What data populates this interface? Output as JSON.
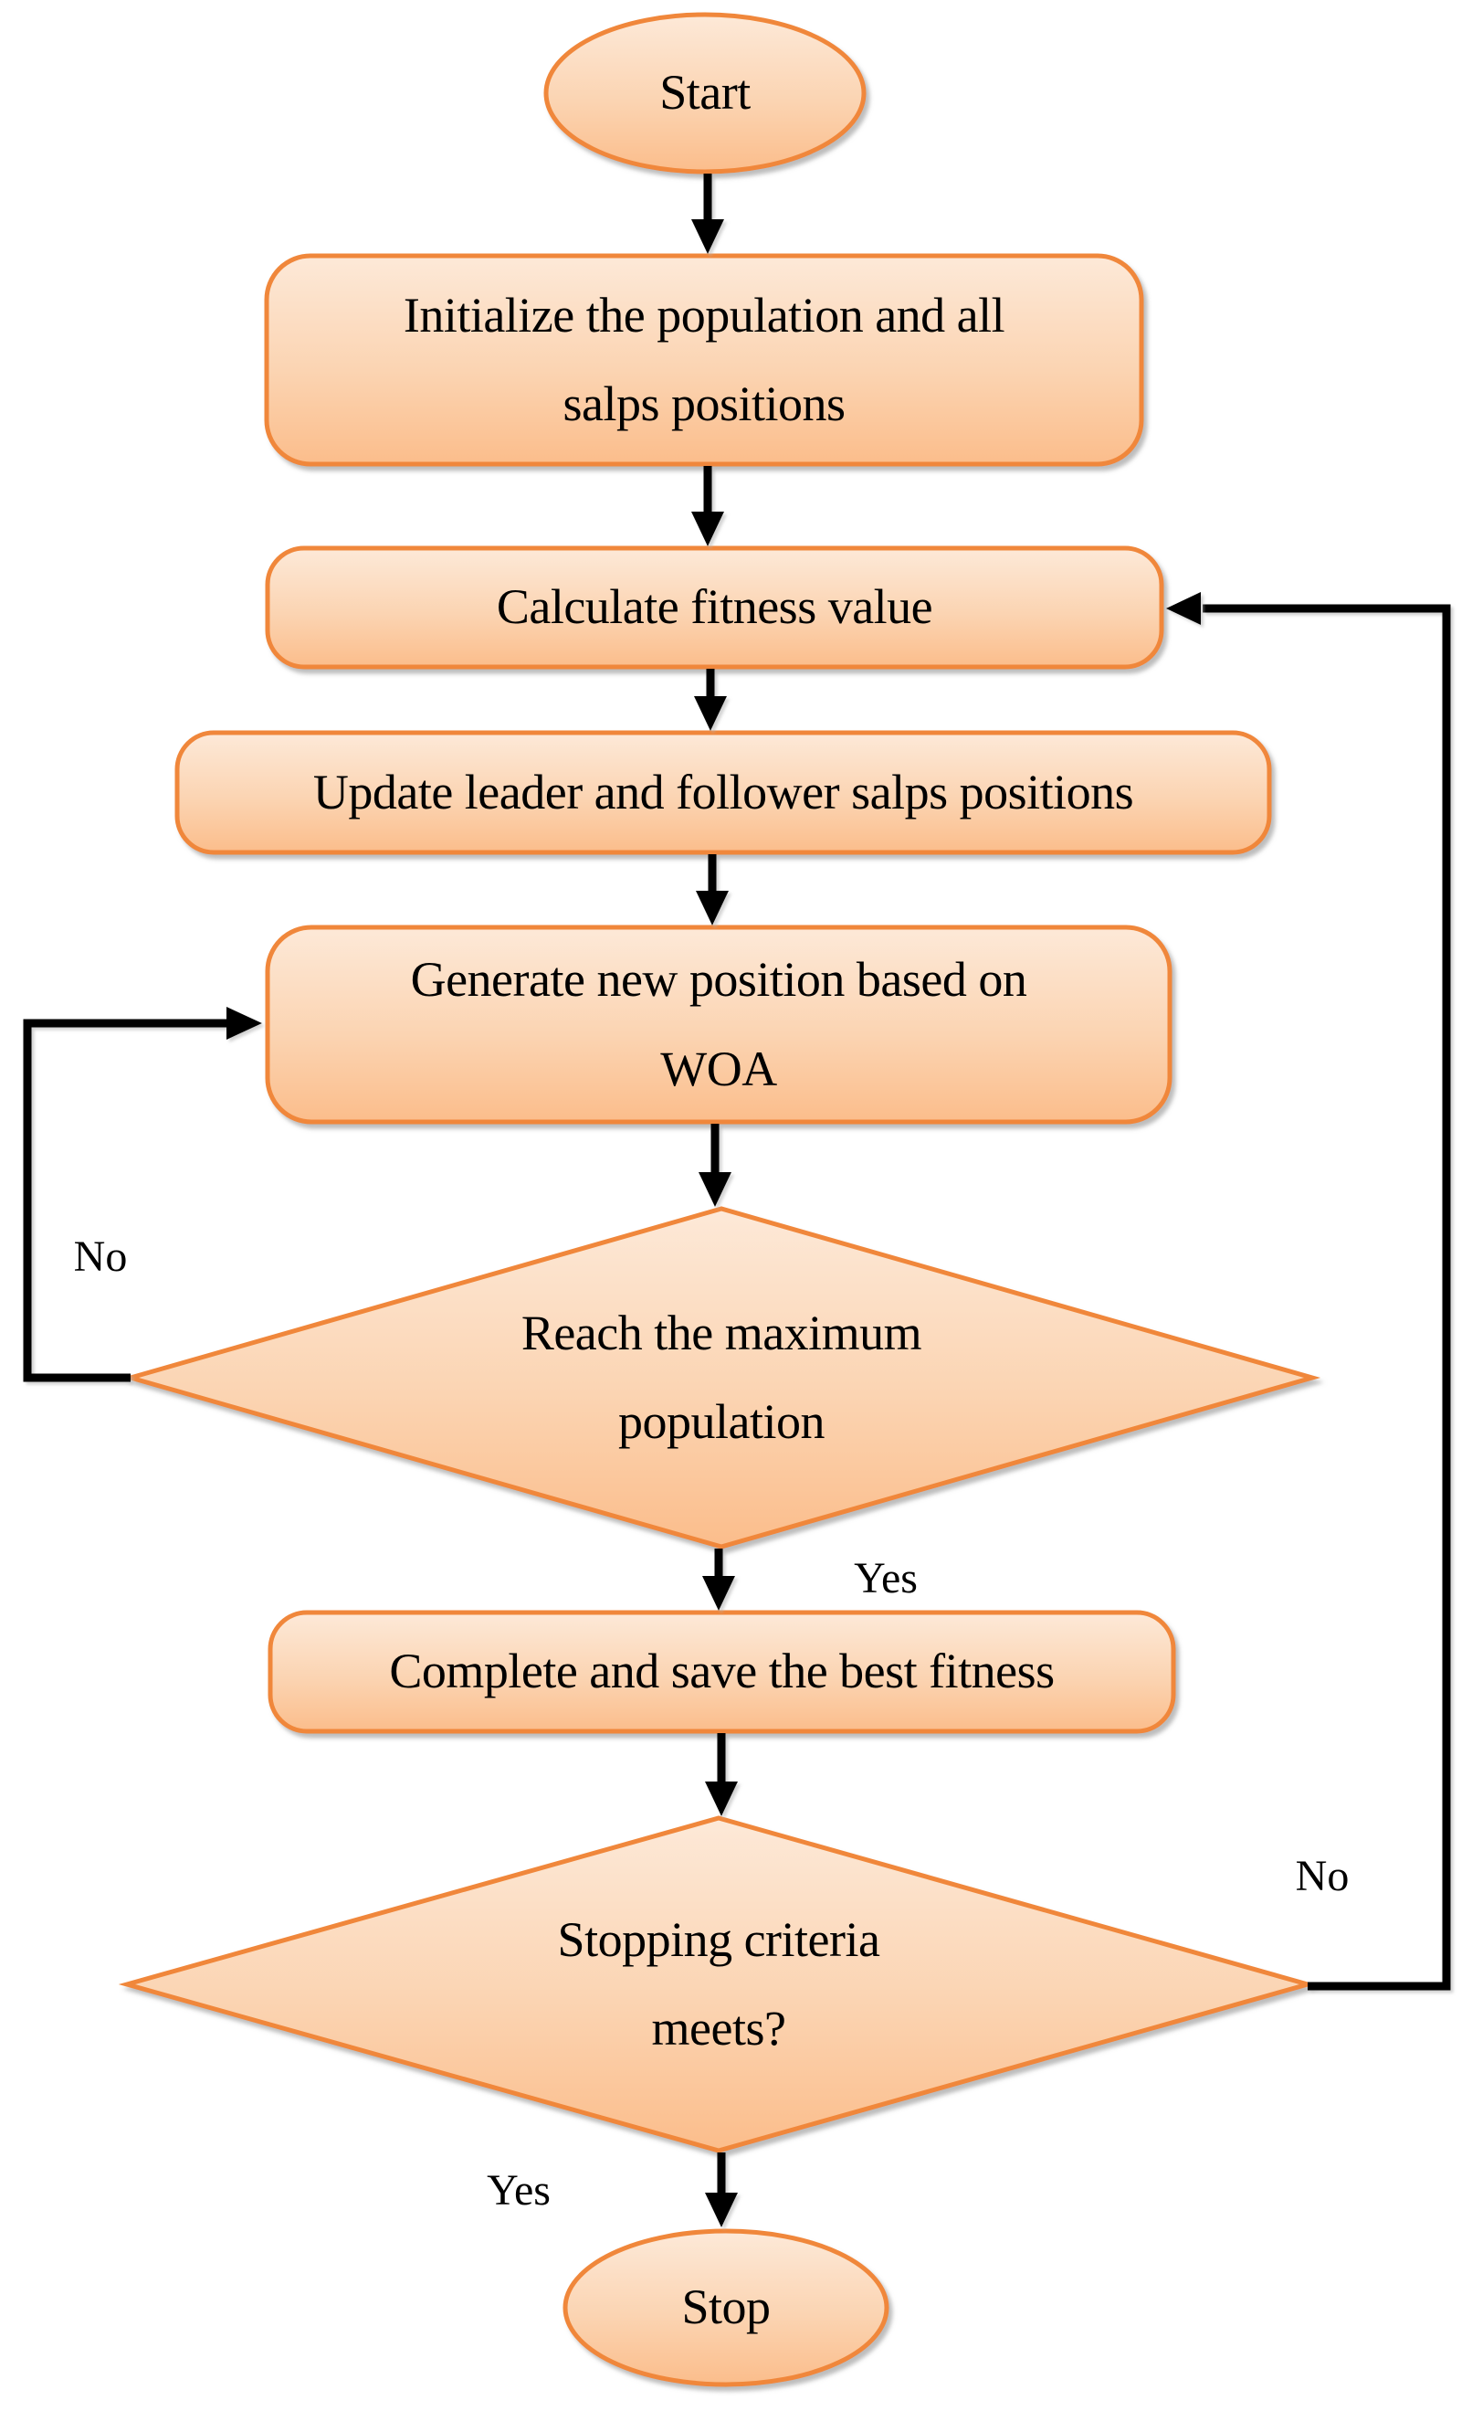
{
  "nodes": {
    "start": {
      "label": "Start"
    },
    "initialize": {
      "label": "Initialize the population and all\nsalps positions"
    },
    "calculate": {
      "label": "Calculate fitness value"
    },
    "update": {
      "label": "Update leader and follower salps positions"
    },
    "generate": {
      "label": "Generate new position based on\nWOA"
    },
    "reach_max": {
      "label": "Reach the maximum\npopulation"
    },
    "complete": {
      "label": "Complete and save the best fitness"
    },
    "stopping": {
      "label": "Stopping criteria\nmeets?"
    },
    "stop": {
      "label": "Stop"
    }
  },
  "edges": {
    "reach_max_no": {
      "label": "No"
    },
    "reach_max_yes": {
      "label": "Yes"
    },
    "stopping_no": {
      "label": "No"
    },
    "stopping_yes": {
      "label": "Yes"
    }
  },
  "colors": {
    "shape_border": "#F0873A",
    "shape_fill_top": "#FDE9D8",
    "shape_fill_bottom": "#FBBD8B",
    "connector": "#000000",
    "text": "#000000",
    "background": "#FFFFFF"
  }
}
